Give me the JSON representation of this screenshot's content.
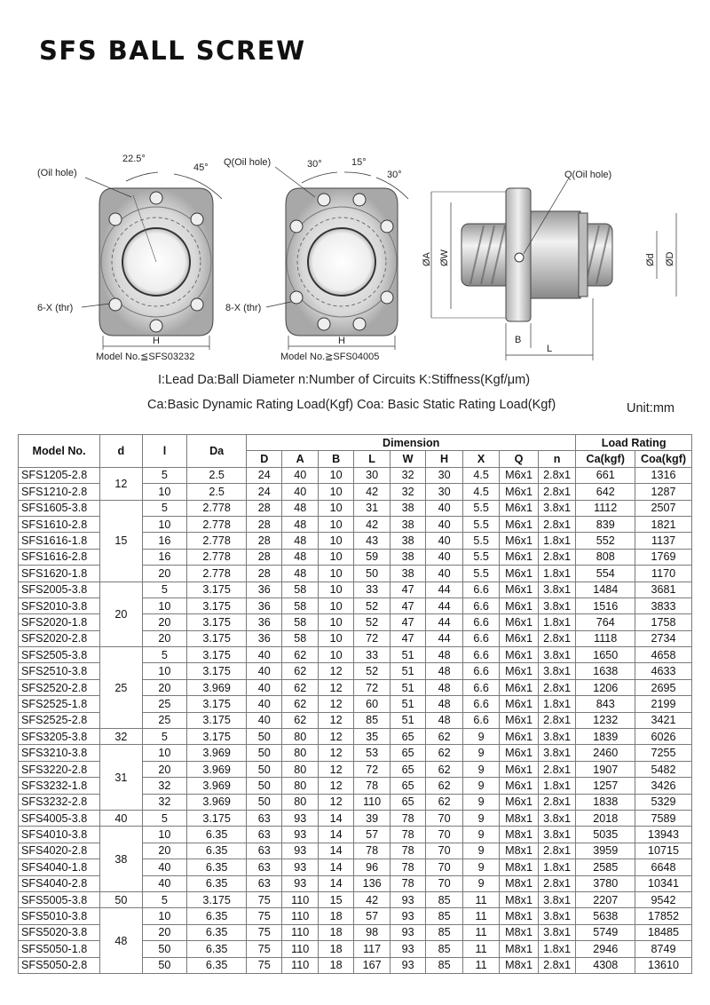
{
  "title": "SFS BALL SCREW",
  "diagram": {
    "left": {
      "oil_hole": "(Oil hole)",
      "angle1": "22.5°",
      "angle2": "45°",
      "x_label": "6-X (thr)",
      "h_label": "H",
      "model_note": "Model No.≦SFS03232"
    },
    "middle": {
      "oil_hole": "Q(Oil hole)",
      "angle1": "30°",
      "angle2": "15°",
      "angle3": "30°",
      "x_label": "8-X (thr)",
      "h_label": "H",
      "model_note": "Model No.≧SFS04005"
    },
    "right": {
      "oil_hole": "Q(Oil hole)",
      "a_label": "ØA",
      "w_label": "ØW",
      "d_label": "Ød",
      "D_label": "ØD",
      "b_label": "B",
      "l_label": "L"
    }
  },
  "legend_line1": "I:Lead   Da:Ball Diameter   n:Number of Circuits   K:Stiffness(Kgf/μm)",
  "legend_line2": "Ca:Basic Dynamic Rating Load(Kgf)   Coa: Basic Static Rating Load(Kgf)",
  "unit": "Unit:mm",
  "table": {
    "headers": {
      "model": "Model No.",
      "d": "d",
      "l": "l",
      "da": "Da",
      "dimension": "Dimension",
      "load_rating": "Load Rating",
      "D": "D",
      "A": "A",
      "B": "B",
      "L": "L",
      "W": "W",
      "H": "H",
      "X": "X",
      "Q": "Q",
      "n": "n",
      "ca": "Ca(kgf)",
      "coa": "Coa(kgf)"
    },
    "groups": [
      {
        "d": "12",
        "rows": [
          [
            "SFS1205-2.8",
            "5",
            "2.5",
            "24",
            "40",
            "10",
            "30",
            "32",
            "30",
            "4.5",
            "M6x1",
            "2.8x1",
            "661",
            "1316"
          ],
          [
            "SFS1210-2.8",
            "10",
            "2.5",
            "24",
            "40",
            "10",
            "42",
            "32",
            "30",
            "4.5",
            "M6x1",
            "2.8x1",
            "642",
            "1287"
          ]
        ]
      },
      {
        "d": "15",
        "rows": [
          [
            "SFS1605-3.8",
            "5",
            "2.778",
            "28",
            "48",
            "10",
            "31",
            "38",
            "40",
            "5.5",
            "M6x1",
            "3.8x1",
            "1112",
            "2507"
          ],
          [
            "SFS1610-2.8",
            "10",
            "2.778",
            "28",
            "48",
            "10",
            "42",
            "38",
            "40",
            "5.5",
            "M6x1",
            "2.8x1",
            "839",
            "1821"
          ],
          [
            "SFS1616-1.8",
            "16",
            "2.778",
            "28",
            "48",
            "10",
            "43",
            "38",
            "40",
            "5.5",
            "M6x1",
            "1.8x1",
            "552",
            "1137"
          ],
          [
            "SFS1616-2.8",
            "16",
            "2.778",
            "28",
            "48",
            "10",
            "59",
            "38",
            "40",
            "5.5",
            "M6x1",
            "2.8x1",
            "808",
            "1769"
          ],
          [
            "SFS1620-1.8",
            "20",
            "2.778",
            "28",
            "48",
            "10",
            "50",
            "38",
            "40",
            "5.5",
            "M6x1",
            "1.8x1",
            "554",
            "1170"
          ]
        ]
      },
      {
        "d": "20",
        "rows": [
          [
            "SFS2005-3.8",
            "5",
            "3.175",
            "36",
            "58",
            "10",
            "33",
            "47",
            "44",
            "6.6",
            "M6x1",
            "3.8x1",
            "1484",
            "3681"
          ],
          [
            "SFS2010-3.8",
            "10",
            "3.175",
            "36",
            "58",
            "10",
            "52",
            "47",
            "44",
            "6.6",
            "M6x1",
            "3.8x1",
            "1516",
            "3833"
          ],
          [
            "SFS2020-1.8",
            "20",
            "3.175",
            "36",
            "58",
            "10",
            "52",
            "47",
            "44",
            "6.6",
            "M6x1",
            "1.8x1",
            "764",
            "1758"
          ],
          [
            "SFS2020-2.8",
            "20",
            "3.175",
            "36",
            "58",
            "10",
            "72",
            "47",
            "44",
            "6.6",
            "M6x1",
            "2.8x1",
            "1118",
            "2734"
          ]
        ]
      },
      {
        "d": "25",
        "rows": [
          [
            "SFS2505-3.8",
            "5",
            "3.175",
            "40",
            "62",
            "10",
            "33",
            "51",
            "48",
            "6.6",
            "M6x1",
            "3.8x1",
            "1650",
            "4658"
          ],
          [
            "SFS2510-3.8",
            "10",
            "3.175",
            "40",
            "62",
            "12",
            "52",
            "51",
            "48",
            "6.6",
            "M6x1",
            "3.8x1",
            "1638",
            "4633"
          ],
          [
            "SFS2520-2.8",
            "20",
            "3.969",
            "40",
            "62",
            "12",
            "72",
            "51",
            "48",
            "6.6",
            "M6x1",
            "2.8x1",
            "1206",
            "2695"
          ],
          [
            "SFS2525-1.8",
            "25",
            "3.175",
            "40",
            "62",
            "12",
            "60",
            "51",
            "48",
            "6.6",
            "M6x1",
            "1.8x1",
            "843",
            "2199"
          ],
          [
            "SFS2525-2.8",
            "25",
            "3.175",
            "40",
            "62",
            "12",
            "85",
            "51",
            "48",
            "6.6",
            "M6x1",
            "2.8x1",
            "1232",
            "3421"
          ]
        ]
      },
      {
        "d": "32",
        "rows": [
          [
            "SFS3205-3.8",
            "5",
            "3.175",
            "50",
            "80",
            "12",
            "35",
            "65",
            "62",
            "9",
            "M6x1",
            "3.8x1",
            "1839",
            "6026"
          ]
        ]
      },
      {
        "d": "31",
        "rows": [
          [
            "SFS3210-3.8",
            "10",
            "3.969",
            "50",
            "80",
            "12",
            "53",
            "65",
            "62",
            "9",
            "M6x1",
            "3.8x1",
            "2460",
            "7255"
          ],
          [
            "SFS3220-2.8",
            "20",
            "3.969",
            "50",
            "80",
            "12",
            "72",
            "65",
            "62",
            "9",
            "M6x1",
            "2.8x1",
            "1907",
            "5482"
          ],
          [
            "SFS3232-1.8",
            "32",
            "3.969",
            "50",
            "80",
            "12",
            "78",
            "65",
            "62",
            "9",
            "M6x1",
            "1.8x1",
            "1257",
            "3426"
          ],
          [
            "SFS3232-2.8",
            "32",
            "3.969",
            "50",
            "80",
            "12",
            "110",
            "65",
            "62",
            "9",
            "M6x1",
            "2.8x1",
            "1838",
            "5329"
          ]
        ]
      },
      {
        "d": "40",
        "rows": [
          [
            "SFS4005-3.8",
            "5",
            "3.175",
            "63",
            "93",
            "14",
            "39",
            "78",
            "70",
            "9",
            "M8x1",
            "3.8x1",
            "2018",
            "7589"
          ]
        ]
      },
      {
        "d": "38",
        "rows": [
          [
            "SFS4010-3.8",
            "10",
            "6.35",
            "63",
            "93",
            "14",
            "57",
            "78",
            "70",
            "9",
            "M8x1",
            "3.8x1",
            "5035",
            "13943"
          ],
          [
            "SFS4020-2.8",
            "20",
            "6.35",
            "63",
            "93",
            "14",
            "78",
            "78",
            "70",
            "9",
            "M8x1",
            "2.8x1",
            "3959",
            "10715"
          ],
          [
            "SFS4040-1.8",
            "40",
            "6.35",
            "63",
            "93",
            "14",
            "96",
            "78",
            "70",
            "9",
            "M8x1",
            "1.8x1",
            "2585",
            "6648"
          ],
          [
            "SFS4040-2.8",
            "40",
            "6.35",
            "63",
            "93",
            "14",
            "136",
            "78",
            "70",
            "9",
            "M8x1",
            "2.8x1",
            "3780",
            "10341"
          ]
        ]
      },
      {
        "d": "50",
        "rows": [
          [
            "SFS5005-3.8",
            "5",
            "3.175",
            "75",
            "110",
            "15",
            "42",
            "93",
            "85",
            "11",
            "M8x1",
            "3.8x1",
            "2207",
            "9542"
          ]
        ]
      },
      {
        "d": "48",
        "rows": [
          [
            "SFS5010-3.8",
            "10",
            "6.35",
            "75",
            "110",
            "18",
            "57",
            "93",
            "85",
            "11",
            "M8x1",
            "3.8x1",
            "5638",
            "17852"
          ],
          [
            "SFS5020-3.8",
            "20",
            "6.35",
            "75",
            "110",
            "18",
            "98",
            "93",
            "85",
            "11",
            "M8x1",
            "3.8x1",
            "5749",
            "18485"
          ],
          [
            "SFS5050-1.8",
            "50",
            "6.35",
            "75",
            "110",
            "18",
            "117",
            "93",
            "85",
            "11",
            "M8x1",
            "1.8x1",
            "2946",
            "8749"
          ],
          [
            "SFS5050-2.8",
            "50",
            "6.35",
            "75",
            "110",
            "18",
            "167",
            "93",
            "85",
            "11",
            "M8x1",
            "2.8x1",
            "4308",
            "13610"
          ]
        ]
      }
    ]
  }
}
